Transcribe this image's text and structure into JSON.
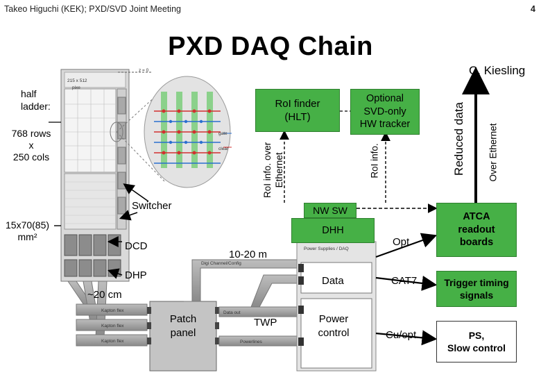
{
  "header": {
    "left": "Takeo Higuchi (KEK);   PXD/SVD Joint Meeting",
    "page_number": "4"
  },
  "title": "PXD DAQ Chain",
  "author": "C. Kiesling",
  "ladder": {
    "half_ladder": "half\nladder:",
    "rows_cols": "768 rows\nx\n250 cols",
    "pixel_size": "15x70(85)\nmm²",
    "switcher": "Switcher",
    "dcd": "DCD",
    "dhp": "DHP",
    "cable_length": "~20 cm",
    "distance": "10-20 m"
  },
  "boxes": {
    "roi_finder": "RoI finder\n(HLT)",
    "svd_tracker": "Optional\nSVD-only\nHW tracker",
    "nw_sw": "NW SW",
    "dhh": "DHH",
    "data": "Data",
    "power_control": "Power\ncontrol",
    "patch_panel": "Patch\npanel",
    "atca": "ATCA\nreadout\nboards",
    "trigger": "Trigger timing\nsignals",
    "ps": "PS,\nSlow control"
  },
  "links": {
    "roi_ethernet": "RoI info. over\nEthernet",
    "roi_info": "RoI info.",
    "reduced_data": "Reduced data",
    "over_ethernet": "Over Ethernet",
    "opt": "Opt.",
    "cat7": "CAT7",
    "cu_opt": "Cu/opt.",
    "twp": "TWP"
  },
  "small_labels": {
    "pixel_array": "215 x 512\npixe",
    "gate": "gate",
    "clear": "clear",
    "power_supplies": "Power Supplies / DAQ",
    "digi_channel": "Digi Channel/Config",
    "kapton": "Kapton flex",
    "data_out": "Data out",
    "powerlines": "Powerlines",
    "z0": "z = 0"
  },
  "colors": {
    "green": "#46b046",
    "arrow": "#000000",
    "cable_gray": "#9a9a9a"
  }
}
